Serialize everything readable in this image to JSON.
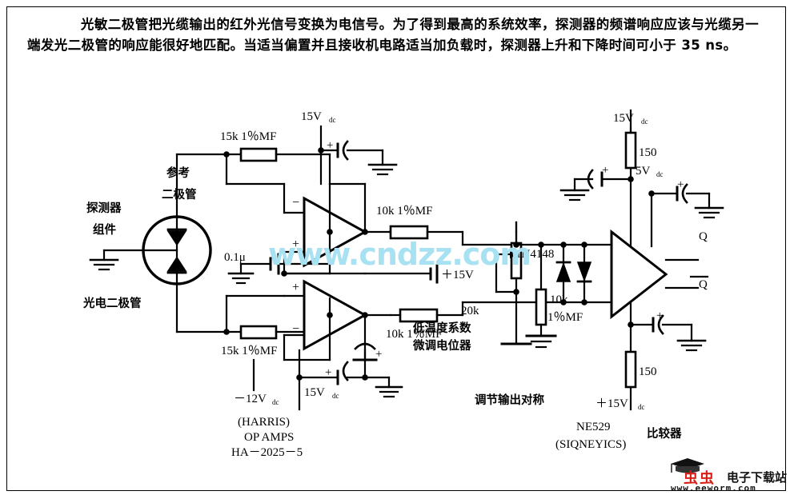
{
  "document": {
    "description": "　　光敏二极管把光缆输出的红外光信号变换为电信号。为了得到最高的系统效率，探测器的频谱响应应该与光缆另一端发光二极管的响应能很好地匹配。当适当偏置并且接收机电路适当加负载时，探测器上升和下降时间可小于 35 ns。"
  },
  "watermarks": {
    "center": "www.cndzz.com",
    "bottom_right_brand": "虫虫",
    "bottom_right_name": "电子下载站",
    "bottom_right_url": "www.eeworm.com"
  },
  "schematic": {
    "title_blocks": {
      "opamp_maker": "(HARRIS)",
      "opamp_type": "OP AMPS",
      "opamp_part": "HA－2025－5",
      "comparator_part": "NE529",
      "comparator_maker": "(SIQNEYICS)",
      "comparator_cn": "比较器",
      "adjust_symmetry_cn": "调节输出对称"
    },
    "labels": {
      "detector_assembly": "探测器",
      "detector_assembly2": "组件",
      "photodiode": "光电二极管",
      "reference_diode1": "参考",
      "reference_diode2": "二极管",
      "trimpot_cn1": "低温度系数",
      "trimpot_cn2": "微调电位器"
    },
    "components": {
      "r_15k_top": "15k 1％MF",
      "r_15k_bot": "15k 1％MF",
      "r_10k_top": "10k 1％MF",
      "r_10k_bot": "10k 1％MF",
      "c_0p1u": "0.1μ",
      "pot_20k": "20k",
      "r_10k_pulldown": "10k",
      "r_10k_pulldown2": "1％MF",
      "diode_pair": "1N4148",
      "r_150_top": "150",
      "r_150_bot": "150"
    },
    "supplies": {
      "v15_top_left": "15V",
      "v15_top_left_sub": "dc",
      "v15_bot_left": "15V",
      "v15_bot_left_sub": "dc",
      "v_neg12": "－12V",
      "v_neg12_sub": "dc",
      "v15_mid": "＋15V",
      "v15_top_right": "15V",
      "v15_top_right_sub": "dc",
      "v5_right": "5V",
      "v5_right_sub": "dc",
      "v15_bot_right": "＋15V",
      "v15_bot_right_sub": "dc"
    },
    "outputs": {
      "q": "Q",
      "q_bar": "Q"
    }
  }
}
